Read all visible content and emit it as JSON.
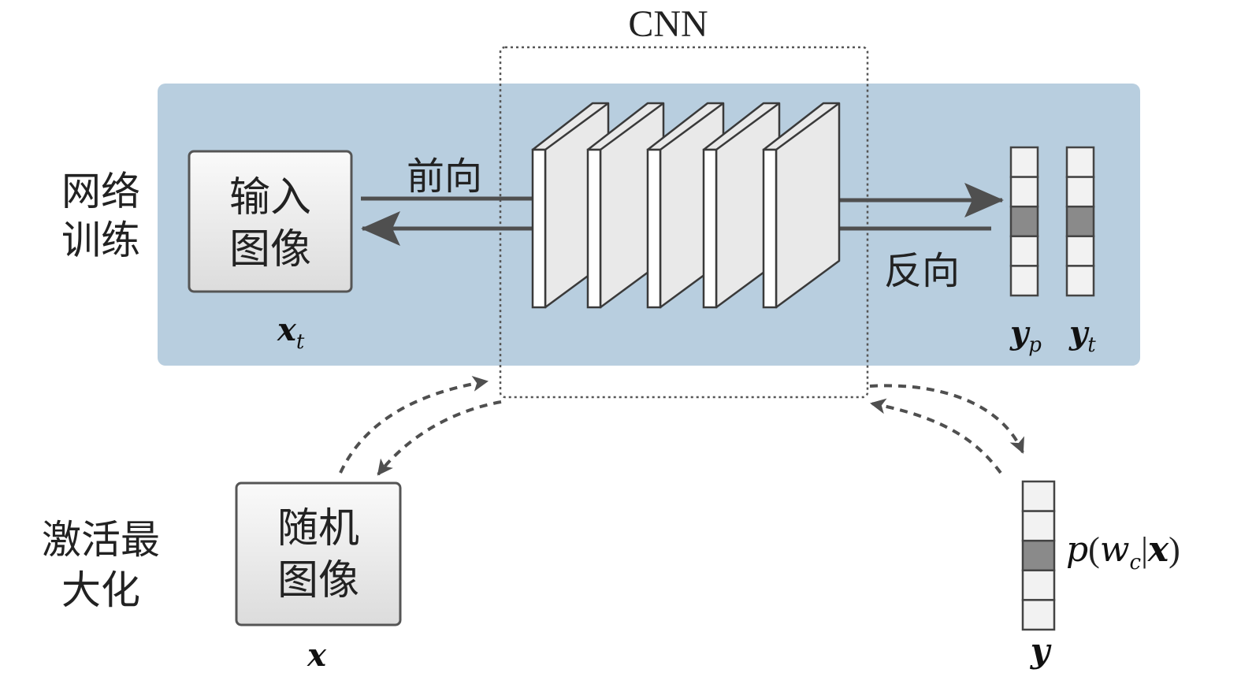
{
  "cnn_label": "CNN",
  "network_training": {
    "line1": "网络",
    "line2": "训练"
  },
  "activation_max": {
    "line1": "激活最",
    "line2": "大化"
  },
  "input_image": {
    "line1": "输入",
    "line2": "图像",
    "var": "x",
    "sub": "t"
  },
  "random_image": {
    "line1": "随机",
    "line2": "图像",
    "var": "x"
  },
  "forward_label": "前向",
  "backward_label": "反向",
  "yp": {
    "var": "y",
    "sub": "p"
  },
  "yt": {
    "var": "y",
    "sub": "t"
  },
  "y_out": {
    "var": "y"
  },
  "prob_label": {
    "p": "p",
    "open": "(",
    "w": "w",
    "sub": "c",
    "bar": "|",
    "x": "x",
    "close": ")"
  },
  "vector_cells": 5,
  "highlight_cell_index": 2,
  "cnn_layer_count": 5,
  "colors": {
    "training_band": "#b8cedf",
    "arrow": "#4f4f4f",
    "cell_fill": "#f2f2f2",
    "cell_highlight": "#8a8a8a"
  }
}
